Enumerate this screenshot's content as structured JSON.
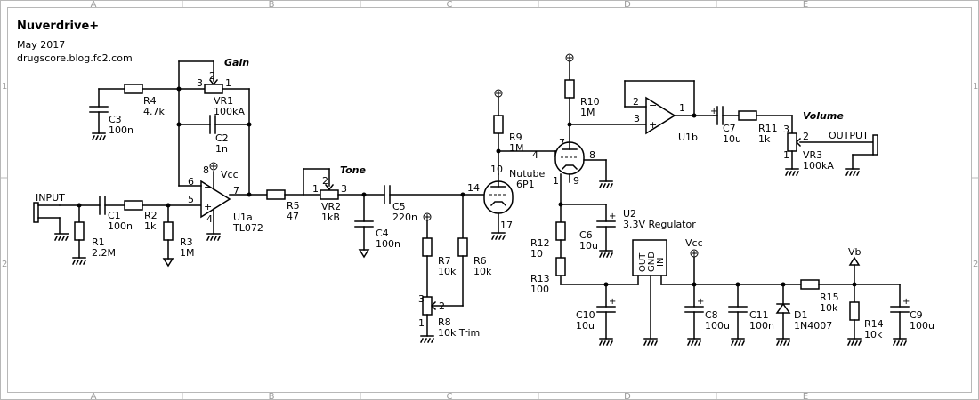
{
  "title": {
    "name": "Nuverdrive+",
    "date": "May 2017",
    "site": "drugscore.blog.fc2.com"
  },
  "border": {
    "columns": [
      "A",
      "B",
      "C",
      "D",
      "E"
    ],
    "rows": [
      "1",
      "2"
    ]
  },
  "controls": {
    "gain": "Gain",
    "tone": "Tone",
    "volume": "Volume"
  },
  "ports": {
    "input": "INPUT",
    "output": "OUTPUT"
  },
  "supplies": {
    "vcc": "Vcc",
    "vb": "Vb"
  },
  "components": {
    "r1": {
      "ref": "R1",
      "val": "2.2M"
    },
    "r2": {
      "ref": "R2",
      "val": "1k"
    },
    "r3": {
      "ref": "R3",
      "val": "1M"
    },
    "r4": {
      "ref": "R4",
      "val": "4.7k"
    },
    "r5": {
      "ref": "R5",
      "val": "47"
    },
    "r6": {
      "ref": "R6",
      "val": "10k"
    },
    "r7": {
      "ref": "R7",
      "val": "10k"
    },
    "r8": {
      "ref": "R8",
      "val": "10k Trim"
    },
    "r9": {
      "ref": "R9",
      "val": "1M"
    },
    "r10": {
      "ref": "R10",
      "val": "1M"
    },
    "r11": {
      "ref": "R11",
      "val": "1k"
    },
    "r12": {
      "ref": "R12",
      "val": "10"
    },
    "r13": {
      "ref": "R13",
      "val": "100"
    },
    "r14": {
      "ref": "R14",
      "val": "10k"
    },
    "r15": {
      "ref": "R15",
      "val": "10k"
    },
    "c1": {
      "ref": "C1",
      "val": "100n"
    },
    "c2": {
      "ref": "C2",
      "val": "1n"
    },
    "c3": {
      "ref": "C3",
      "val": "100n"
    },
    "c4": {
      "ref": "C4",
      "val": "100n"
    },
    "c5": {
      "ref": "C5",
      "val": "220n"
    },
    "c6": {
      "ref": "C6",
      "val": "10u"
    },
    "c7": {
      "ref": "C7",
      "val": "10u"
    },
    "c8": {
      "ref": "C8",
      "val": "100u"
    },
    "c9": {
      "ref": "C9",
      "val": "100u"
    },
    "c10": {
      "ref": "C10",
      "val": "10u"
    },
    "c11": {
      "ref": "C11",
      "val": "100n"
    },
    "vr1": {
      "ref": "VR1",
      "val": "100kA"
    },
    "vr2": {
      "ref": "VR2",
      "val": "1kB"
    },
    "vr3": {
      "ref": "VR3",
      "val": "100kA"
    },
    "d1": {
      "ref": "D1",
      "val": "1N4007"
    },
    "u1a": {
      "ref": "U1a",
      "val": "TL072"
    },
    "u1b": {
      "ref": "U1b"
    },
    "u2": {
      "ref": "U2",
      "val": "3.3V Regulator",
      "pin_out": "OUT",
      "pin_gnd": "GND",
      "pin_in": "IN"
    },
    "v1": {
      "ref": "Nutube",
      "val": "6P1"
    }
  },
  "pins": {
    "vr1_p1": "1",
    "vr1_p2": "2",
    "vr1_p3": "3",
    "u1a_p4": "4",
    "u1a_p5": "5",
    "u1a_p6": "6",
    "u1a_p7": "7",
    "u1a_p8": "8",
    "vr2_p1": "1",
    "vr2_p2": "2",
    "vr2_p3": "3",
    "r8_p1": "1",
    "r8_p2": "2",
    "r8_p3": "3",
    "tube_p1": "1",
    "tube_p4": "4",
    "tube_p7": "7",
    "tube_p8": "8",
    "tube_p9": "9",
    "tube_p10": "10",
    "tube_p14": "14",
    "tube_p17": "17",
    "u1b_p1": "1",
    "u1b_p2": "2",
    "u1b_p3": "3",
    "vr3_p1": "1",
    "vr3_p2": "2",
    "vr3_p3": "3"
  },
  "opamp_signs": {
    "minus": "−",
    "plus": "+"
  }
}
